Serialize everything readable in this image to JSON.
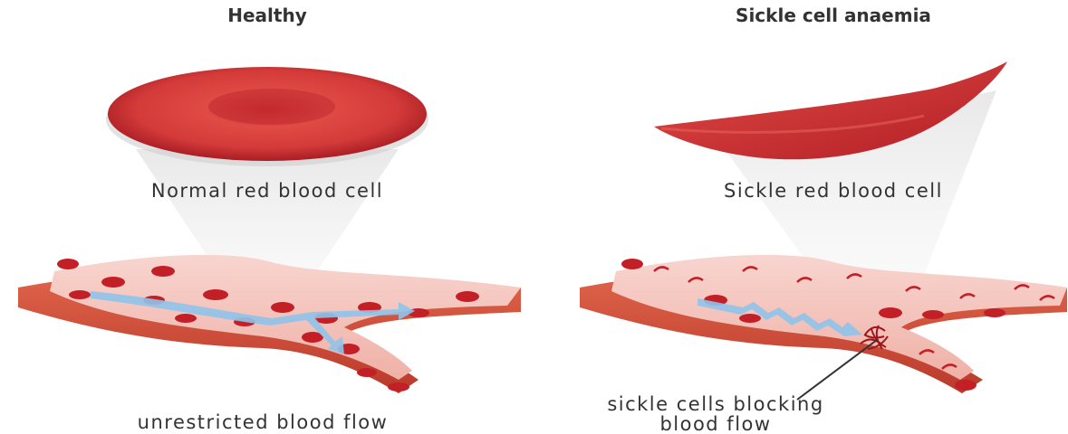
{
  "panels": {
    "healthy": {
      "heading": "Healthy",
      "cell_label": "Normal red blood cell",
      "vessel_label": "unrestricted blood flow"
    },
    "sickle": {
      "heading": "Sickle cell anaemia",
      "cell_label": "Sickle red blood cell",
      "callout_line1": "sickle cells blocking",
      "callout_line2": "blood flow"
    }
  },
  "colors": {
    "cell_red": "#d23a3a",
    "cell_dark": "#b51f27",
    "vessel_outer": "#d9553e",
    "vessel_inner": "#f4c3bb",
    "flow_arrow": "#8fc3ea",
    "text": "#333333"
  },
  "icons": [
    "red-blood-cell-icon",
    "sickle-cell-icon",
    "blood-vessel-icon",
    "flow-arrow-icon"
  ]
}
